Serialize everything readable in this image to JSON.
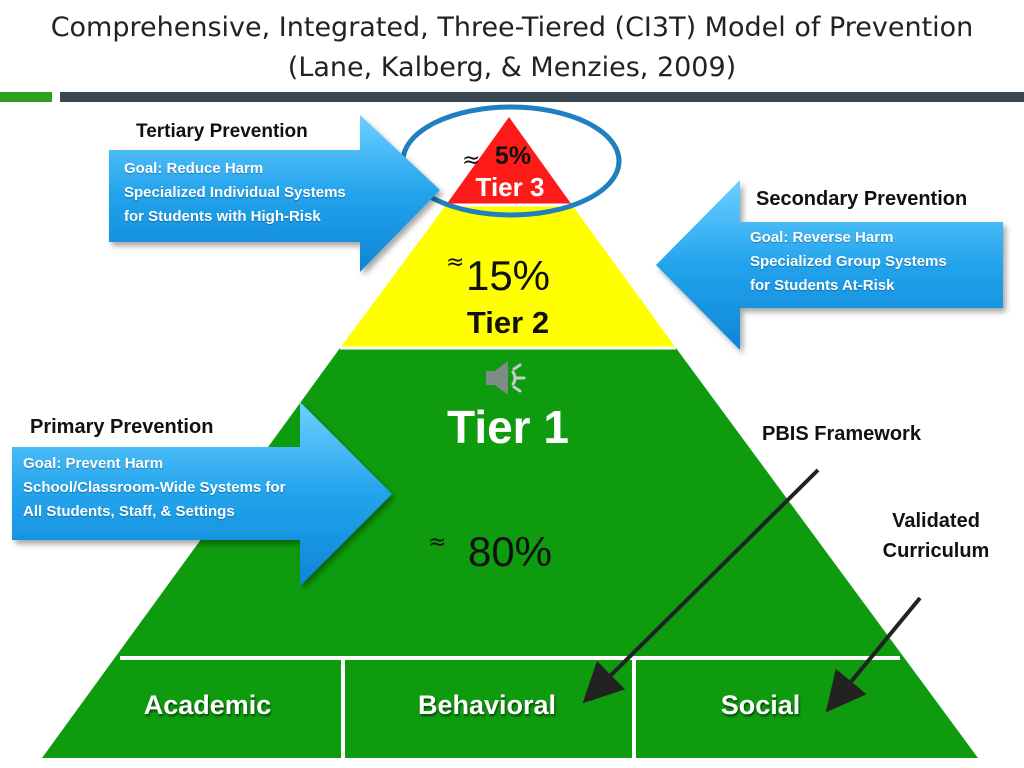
{
  "title": {
    "line1": "Comprehensive, Integrated, Three-Tiered (CI3T) Model of Prevention",
    "line2": "(Lane, Kalberg, & Menzies, 2009)"
  },
  "colors": {
    "tier1": "#0e9b0e",
    "tier2": "#ffff00",
    "tier3": "#ff1a1a",
    "arrow_blue": "#2aa5ee",
    "ring": "#1f7fbf",
    "accent_green": "#2e9f1e"
  },
  "tiers": {
    "tier3": {
      "label": "Tier 3",
      "approx": "≈",
      "percent": "5%"
    },
    "tier2": {
      "label": "Tier 2",
      "approx": "≈",
      "percent": "15%"
    },
    "tier1": {
      "label": "Tier 1",
      "approx": "≈",
      "percent": "80%"
    }
  },
  "base": [
    "Academic",
    "Behavioral",
    "Social"
  ],
  "tertiary": {
    "heading": "Tertiary Prevention",
    "goal_lines": [
      "Goal: Reduce Harm",
      "Specialized Individual Systems",
      "for Students with High-Risk"
    ]
  },
  "secondary": {
    "heading": "Secondary Prevention",
    "goal_lines": [
      "Goal: Reverse Harm",
      "Specialized Group Systems",
      "for Students At-Risk"
    ]
  },
  "primary": {
    "heading": "Primary Prevention",
    "goal_lines": [
      "Goal: Prevent Harm",
      "School/Classroom-Wide Systems for",
      "All Students, Staff, & Settings"
    ]
  },
  "annotations": {
    "pbis": "PBIS Framework",
    "validated_line1": "Validated",
    "validated_line2": "Curriculum"
  },
  "icons": {
    "audio": "speaker-icon"
  }
}
